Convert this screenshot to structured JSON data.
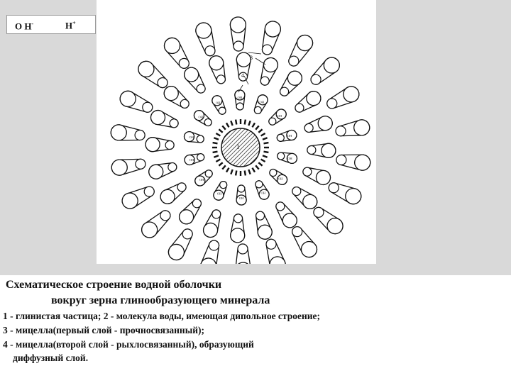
{
  "legend_box": {
    "oh": "O H",
    "oh_sup": "-",
    "h": "H",
    "h_sup": "+"
  },
  "diagram": {
    "center_label": "1",
    "callout_labels": [
      "3",
      "4",
      "2"
    ],
    "inner_molecule_labels": [
      "OH",
      "H"
    ]
  },
  "caption": {
    "title_line1": "Схематическое строение водной оболочки",
    "title_line2": "вокруг зерна глинообразующего минерала",
    "legend_lines": [
      "1 - глинистая частица; 2 - молекула воды, имеющая дипольное строение;",
      "3 - мицелла(первый слой - прочносвязанный);",
      "4 - мицелла(второй слой - рыхлосвязанный), образующий",
      "диффузный слой."
    ]
  }
}
